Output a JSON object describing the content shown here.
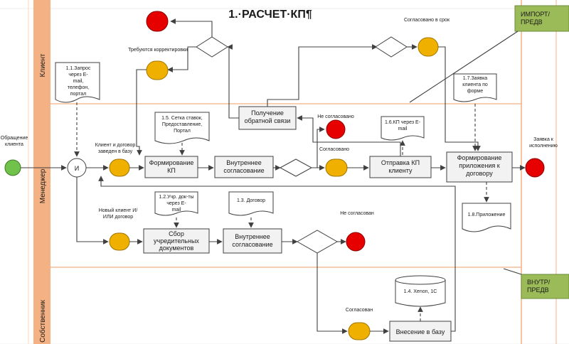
{
  "title": "1.·РАСЧЕТ·КП¶",
  "lanes": {
    "client": "Клиент",
    "manager": "Менеджер",
    "owner": "Собственник"
  },
  "tags": {
    "import": "ИМПОРТ/ ПРЕДВ",
    "internal": "ВНУТР/ ПРЕДВ"
  },
  "processes": {
    "form_kp": "Формирование КП",
    "internal_1": "Внутреннее согласование",
    "feedback": "Получение обратной связи",
    "send_kp": "Отправка КП клиенту",
    "form_appendix": "Формирование приложения к договору",
    "collect_docs": "Сбор учредительных документов",
    "internal_2": "Внутреннее согласование",
    "db_entry": "Внесение в базу"
  },
  "documents": {
    "request": "1.1.Запрос через E-mail, телефон, портал",
    "rates": "1.5. Сетка ставок, Предоставление, Портал",
    "kp_email": "1.6.КП через E-mail",
    "client_request": "1.7.Заявка клиента по форме",
    "appendix": "1.8.Приложение",
    "founding_docs": "1.2.Учр. док-ты через E-mail",
    "contract": "1.3. Договор"
  },
  "database": "1.4. Xenon, 1C",
  "gateway": "И",
  "labels": {
    "client_appeal": "Обращение клиента",
    "needs_corrections": "Требуются корректировки",
    "agreed_on_time": "Согласовано в срок",
    "client_in_db": "Клиент и договор заведен в базу",
    "not_agreed_1": "Не согласовано",
    "agreed_1": "Согласовано",
    "request_in_execution": "Заявка к исполнению",
    "new_client": "Новый клиент И/ ИЛИ договор",
    "not_agreed_2": "Не согласован",
    "agreed_2": "Согласован"
  },
  "colors": {
    "lane_strip": "#f4b183",
    "lane_line": "#f4b183",
    "start": "#70c24a",
    "end": "#e60000",
    "event": "#f0b000",
    "tag": "#9bbb59",
    "process_fill": "#f2f2f2"
  }
}
